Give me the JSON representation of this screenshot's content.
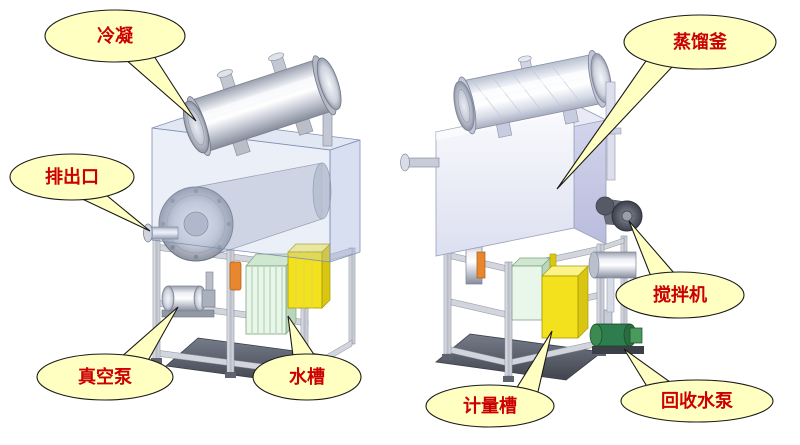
{
  "diagram": {
    "background": "#ffffff",
    "callout_fill": "#ffffc2",
    "callout_stroke": "#1a1a1a",
    "label_color": "#cc0000"
  },
  "callouts": [
    {
      "name": "condenser",
      "label": "冷凝"
    },
    {
      "name": "discharge-outlet",
      "label": "排出口"
    },
    {
      "name": "vacuum-pump",
      "label": "真空泵"
    },
    {
      "name": "water-tank",
      "label": "水槽"
    },
    {
      "name": "distillation-kettle",
      "label": "蒸馏釜"
    },
    {
      "name": "agitator",
      "label": "搅拌机"
    },
    {
      "name": "metering-tank",
      "label": "计量槽"
    },
    {
      "name": "recovery-water-pump",
      "label": "回收水泵"
    }
  ],
  "part_colors": {
    "metering_tank_yellow": "#f2e11c",
    "water_tank_green": "#e9f6ea",
    "recovery_pump_green": "#2e7d4f",
    "valve_orange": "#e8872e"
  }
}
